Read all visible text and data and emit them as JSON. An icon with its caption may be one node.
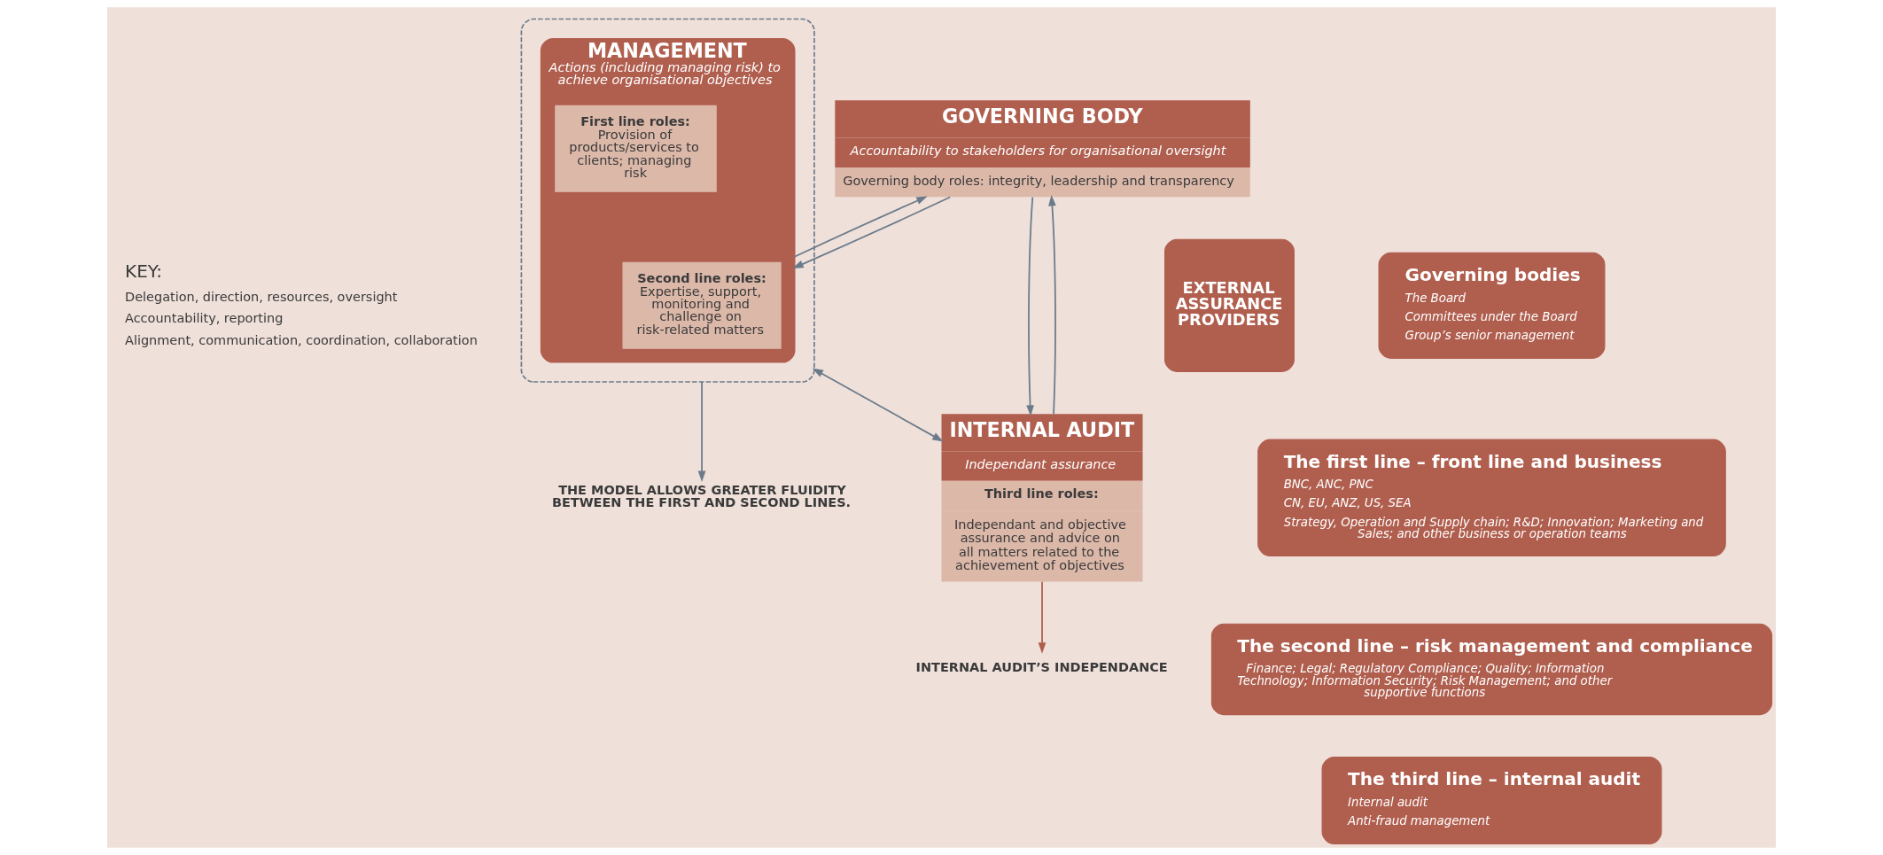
{
  "diagram": {
    "nodes": [
      {
        "text": [
          "GOVERNING BODY",
          "Accountability to stakeholders for organisational oversight",
          "Governing body roles: integrity, leadership and transparency"
        ]
      },
      {
        "text": [],
        "shape": "box"
      },
      {
        "text": [
          "MANAGEMENT",
          "Actions (including managing risk) to achieve organisational objectives"
        ],
        "in": 1
      },
      {
        "text": [
          "First line roles:",
          "Provision of products/services to clients; managing risk"
        ],
        "in": 2
      },
      {
        "text": [
          "Second line roles:",
          "Expertise, support, monitoring and challenge on risk-related matters"
        ],
        "in": 2
      },
      {
        "text": [
          "INTERNAL AUDIT",
          "Independant assurance",
          "Third line roles:",
          "Independant and objective assurance and advice on all matters related to the achievement of objectives"
        ]
      },
      {
        "text": [
          "EXTERNAL ASSURANCE PROVIDERS"
        ]
      },
      {
        "text": [
          "Governing bodies",
          "The Board",
          "Committees under the Board",
          "Group’s senior management"
        ]
      },
      {
        "text": [
          "The first line – front line and business",
          "BNC, ANC, PNC",
          "CN, EU, ANZ, US, SEA",
          "Strategy, Operation and Supply chain; R&D; Innovation; Marketing and Sales; and other business or operation teams"
        ]
      },
      {
        "text": [
          "The second line – risk management and compliance",
          "Finance; Legal; Regulatory Compliance; Quality; Information Technology; Information Security; Risk Management; and other supportive functions"
        ]
      },
      {
        "text": [
          "The third line – internal audit",
          "Internal audit",
          "Anti-fraud management"
        ]
      },
      {
        "text": [
          "INTERNAL AUDIT’S INDEPENDANCE"
        ]
      },
      {
        "text": [
          "THE MODEL ALLOWS GREATER FLUIDITY BETWEEN THE FIRST AND SECOND LINES."
        ]
      }
    ],
    "edges": [
      {
        "from": 0,
        "to": 2,
        "arrow": "to"
      },
      {
        "from": 2,
        "to": 0,
        "arrow": "to"
      },
      {
        "from": 0,
        "to": 5,
        "arrow": "to"
      },
      {
        "from": 5,
        "to": 0,
        "arrow": "to"
      },
      {
        "from": 1,
        "to": 5,
        "arrow": "both"
      },
      {
        "from": 5,
        "to": 11,
        "arrow": "to",
        "color": "#b05e4e"
      },
      {
        "from": 1,
        "to": 12,
        "arrow": "to"
      }
    ],
    "labels": [
      "KEY:"
    ],
    "legend": [
      {
        "text": "Delegation, direction, resources, oversight"
      },
      {
        "text": "Accountability, reporting"
      },
      {
        "text": "Alignment, communication, coordination, collaboration"
      }
    ]
  }
}
